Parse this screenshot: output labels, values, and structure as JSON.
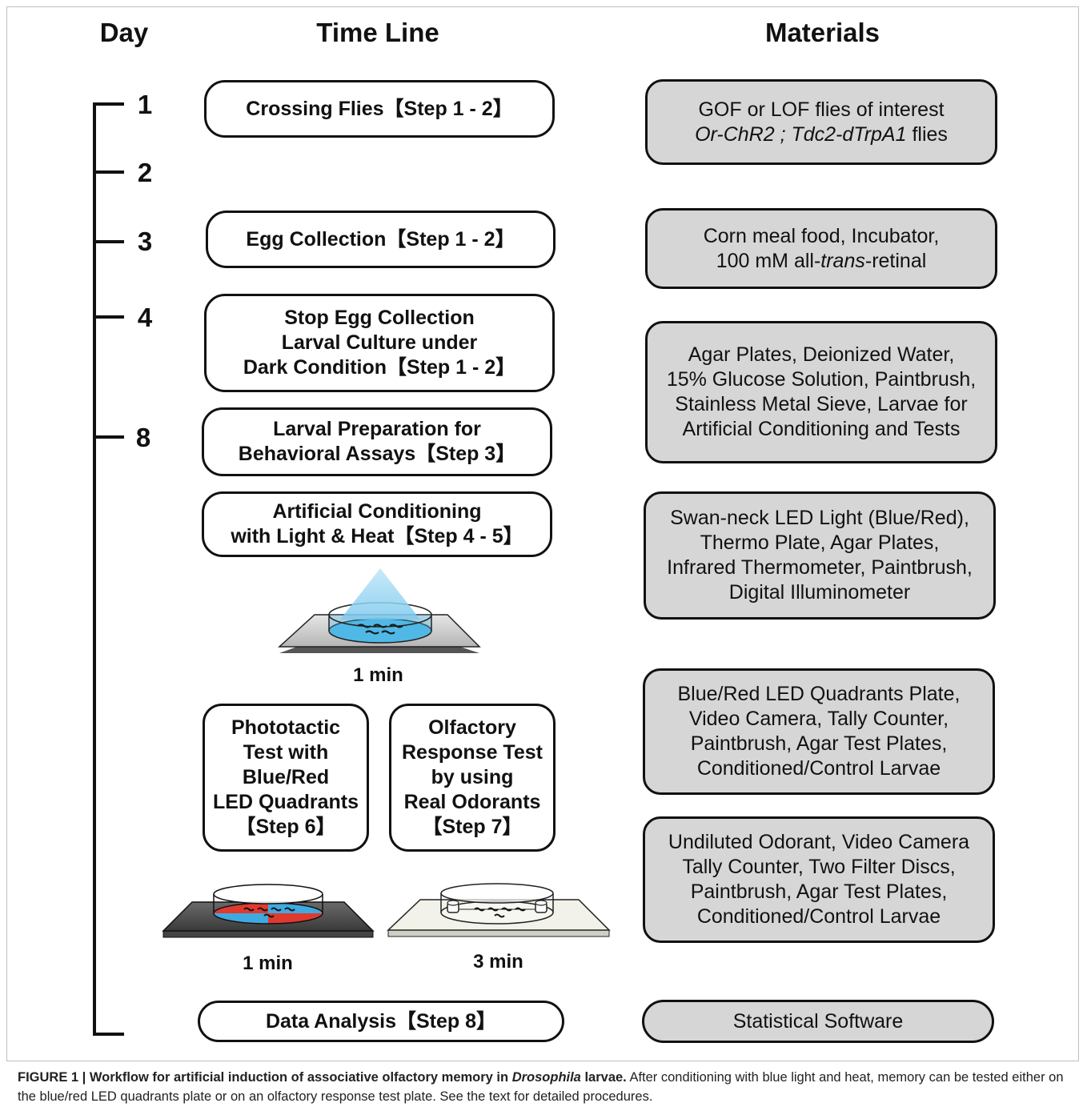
{
  "headers": {
    "day": "Day",
    "timeline": "Time Line",
    "materials": "Materials"
  },
  "days": [
    "1",
    "2",
    "3",
    "4",
    "8"
  ],
  "steps": {
    "crossing": "Crossing Flies【Step 1 - 2】",
    "egg": "Egg Collection【Step 1 - 2】",
    "stop_l1": "Stop Egg Collection",
    "stop_l2": "Larval Culture under",
    "stop_l3": "Dark Condition【Step 1 - 2】",
    "prep_l1": "Larval Preparation for",
    "prep_l2": "Behavioral Assays【Step 3】",
    "cond_l1": "Artificial Conditioning",
    "cond_l2": "with Light & Heat【Step 4 - 5】",
    "photo_l1": "Phototactic",
    "photo_l2": "Test with",
    "photo_l3": "Blue/Red",
    "photo_l4": "LED Quadrants",
    "photo_l5": "【Step 6】",
    "olf_l1": "Olfactory",
    "olf_l2": "Response Test",
    "olf_l3": "by using",
    "olf_l4": "Real Odorants",
    "olf_l5": "【Step 7】",
    "data": "Data Analysis【Step 8】"
  },
  "durations": {
    "conditioning": "1 min",
    "phototactic": "1 min",
    "olfactory": "3 min"
  },
  "materials": {
    "m1_l1": "GOF or LOF flies of interest",
    "m1_l2a": "Or-ChR2 ; Tdc2-dTrpA1",
    "m1_l2b": " flies",
    "m2_l1": "Corn meal food, Incubator,",
    "m2_l2a": "100 mM all-",
    "m2_l2b": "trans",
    "m2_l2c": "-retinal",
    "m3_l1": "Agar Plates, Deionized Water,",
    "m3_l2": "15% Glucose Solution, Paintbrush,",
    "m3_l3": "Stainless Metal Sieve, Larvae for",
    "m3_l4": "Artificial Conditioning and Tests",
    "m4_l1": "Swan-neck LED Light (Blue/Red),",
    "m4_l2": "Thermo Plate, Agar Plates,",
    "m4_l3": "Infrared Thermometer, Paintbrush,",
    "m4_l4": "Digital Illuminometer",
    "m5_l1": "Blue/Red LED Quadrants Plate,",
    "m5_l2": "Video Camera, Tally Counter,",
    "m5_l3": "Paintbrush, Agar Test Plates,",
    "m5_l4": "Conditioned/Control Larvae",
    "m6_l1": "Undiluted Odorant, Video Camera",
    "m6_l2": "Tally Counter, Two Filter Discs,",
    "m6_l3": "Paintbrush, Agar Test Plates,",
    "m6_l4": "Conditioned/Control Larvae",
    "m7": "Statistical Software"
  },
  "caption": {
    "label": "FIGURE 1 | Workflow for artificial induction of associative olfactory memory in ",
    "label_italic": "Drosophila",
    "label_end": " larvae.",
    "body": " After conditioning with blue light and heat, memory can be tested either on the blue/red LED quadrants plate or on an olfactory response test plate. See the text for detailed procedures."
  },
  "colors": {
    "blue_light": "#8fd3f0",
    "plate_blue": "#4fb8e6",
    "quadrant_red": "#e03a2e",
    "quadrant_blue": "#3fa9e0",
    "material_fill": "#d6d6d6"
  }
}
